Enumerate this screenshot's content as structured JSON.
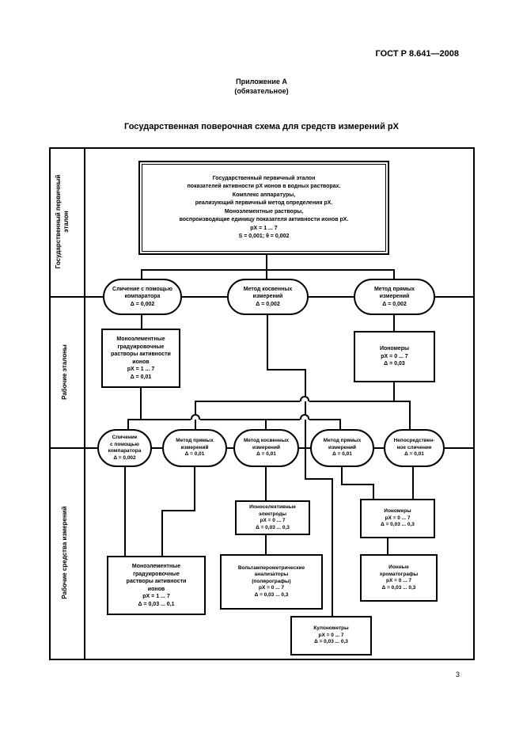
{
  "page": {
    "header": "ГОСТ Р 8.641—2008",
    "annex": "Приложение А\n(обязательное)",
    "title": "Государственная поверочная схема для средств измерений рХ",
    "page_number": "3"
  },
  "sidebar": {
    "sections": [
      {
        "label": "Государственный первичный\nэталон"
      },
      {
        "label": "Рабочие эталоны"
      },
      {
        "label": "Рабочие средства измерений"
      }
    ]
  },
  "diagram": {
    "primary_standard": {
      "text": "Государственный первичный эталон\nпоказателей активности рХ ионов в водных растворах.\nКомплекс аппаратуры,\nреализующий первичный метод определения рХ.\nМоноэлементные растворы,\nвоспроизводящие единицу показателя активности ионов рХ.\nрХ = 1 ... 7\nS = 0,001; θ = 0,002"
    },
    "row1_ovals": [
      {
        "text": "Сличение с помощью\nкомпаратора\nΔ = 0,002"
      },
      {
        "text": "Метод косвенных\nизмерений\nΔ = 0,002"
      },
      {
        "text": "Метод прямых\nизмерений\nΔ = 0,002"
      }
    ],
    "working_standards": [
      {
        "text": "Моноэлементные\nградуировочные\nрастворы активности\nионов\nрХ = 1 ... 7\nΔ = 0,01"
      },
      {
        "text": "Иономеры\nрХ = 0 ... 7\nΔ = 0,03"
      }
    ],
    "row2_ovals": [
      {
        "text": "Сличение\nс помощью\nкомпаратора\nΔ = 0,002"
      },
      {
        "text": "Метод прямых\nизмерений\nΔ = 0,01"
      },
      {
        "text": "Метод косвенных\nизмерений\nΔ = 0,01"
      },
      {
        "text": "Метод прямых\nизмерений\nΔ = 0,01"
      },
      {
        "text": "Непосредствен-\nное сличение\nΔ = 0,01"
      }
    ],
    "working_instruments": [
      {
        "text": "Моноэлементные\nградуировочные\nрастворы активности\nионов\nрХ = 1 ... 7\nΔ = 0,03 ... 0,1"
      },
      {
        "text": "Ионоселективные\nэлектроды\nрХ = 0 ... 7\nΔ = 0,03 ... 0,3"
      },
      {
        "text": "Иономеры\nрХ = 0 ... 7\nΔ = 0,03 ... 0,3"
      },
      {
        "text": "Вольтамперометрические\nанализаторы\n(полярографы)\nрХ = 0 ... 7\nΔ = 0,03 ... 0,3"
      },
      {
        "text": "Ионные\nхроматографы\nрХ = 0 ... 7\nΔ = 0,03 ... 0,3"
      },
      {
        "text": "Кулонометры\nрХ = 0 ... 7\nΔ = 0,03 ... 0,3"
      }
    ]
  }
}
